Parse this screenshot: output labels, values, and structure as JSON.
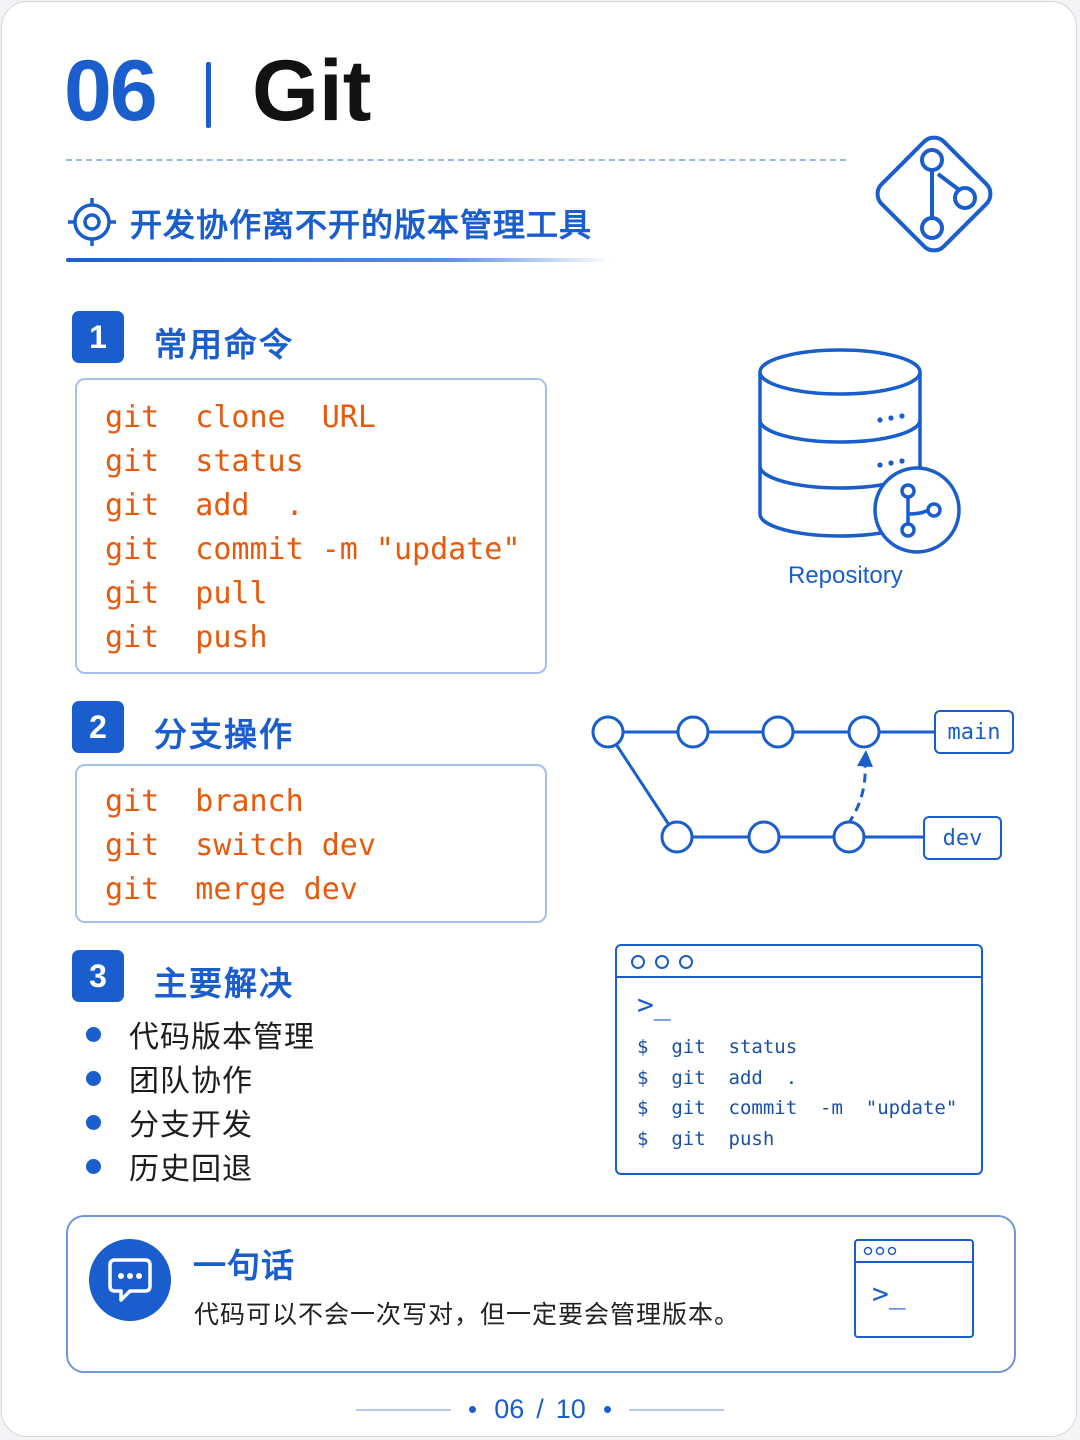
{
  "header": {
    "number": "06",
    "title": "Git",
    "subtitle": "开发协作离不开的版本管理工具"
  },
  "sections": [
    {
      "index": "1",
      "title": "常用命令",
      "commands": [
        "git  clone  URL",
        "git  status",
        "git  add  .",
        "git  commit -m \"update\"",
        "git  pull",
        "git  push"
      ]
    },
    {
      "index": "2",
      "title": "分支操作",
      "commands": [
        "git  branch",
        "git  switch dev",
        "git  merge dev"
      ]
    },
    {
      "index": "3",
      "title": "主要解决",
      "bullets": [
        "代码版本管理",
        "团队协作",
        "分支开发",
        "历史回退"
      ]
    }
  ],
  "repository": {
    "label": "Repository"
  },
  "branches": {
    "main_label": "main",
    "dev_label": "dev"
  },
  "terminal": {
    "prompt": ">_",
    "lines": [
      "$  git  status",
      "$  git  add  .",
      "$  git  commit  -m  \"update\"",
      "$  git  push"
    ]
  },
  "summary": {
    "title": "一句话",
    "text": "代码可以不会一次写对，但一定要会管理版本。",
    "terminal_prompt": ">_"
  },
  "pagination": {
    "current": "06",
    "separator": "/",
    "total": "10"
  },
  "colors": {
    "accent": "#1a5dcc",
    "code": "#e8590c",
    "text": "#1d1d1f"
  },
  "icons": [
    "git-branch-diamond-icon",
    "target-icon",
    "database-icon",
    "chat-icon",
    "terminal-icon"
  ]
}
